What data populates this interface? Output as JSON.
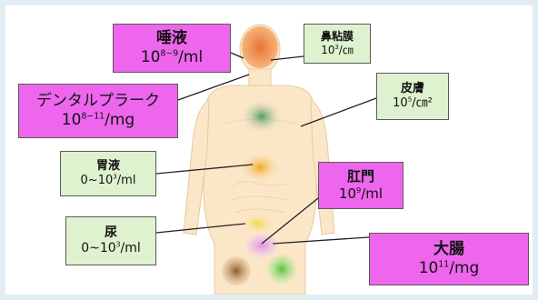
{
  "colors": {
    "pink_box": "#ee66ee",
    "green_box": "#dff2cf",
    "body_fill": "#fbe7c8",
    "head": "#f2a26a",
    "chest": "#7ab88a",
    "stomach": "#f3c04a",
    "bladder": "#f0d24a",
    "anus": "#e9a0e9",
    "colon_dark": "#a0703a",
    "colon_green": "#7fd35a"
  },
  "labels": {
    "saliva": {
      "name": "唾液",
      "val_base": "10",
      "val_exp": "8−9",
      "val_unit": "/ml"
    },
    "nasal": {
      "name": "鼻粘膜",
      "val_base": "10",
      "val_exp": "3",
      "val_unit": "/㎝"
    },
    "plaque": {
      "name": "デンタルプラーク",
      "val_base": "10",
      "val_exp": "8−11",
      "val_unit": "/mg"
    },
    "skin": {
      "name": "皮膚",
      "val_base": "10",
      "val_exp": "5",
      "val_unit": "/㎝²"
    },
    "gastric": {
      "name": "胃液",
      "val_base": "0~10",
      "val_exp": "3",
      "val_unit": "/ml"
    },
    "anus": {
      "name": "肛門",
      "val_base": "10",
      "val_exp": "9",
      "val_unit": "/ml"
    },
    "urine": {
      "name": "尿",
      "val_base": "0~10",
      "val_exp": "3",
      "val_unit": "/ml"
    },
    "colon": {
      "name": "大腸",
      "val_base": "10",
      "val_exp": "11",
      "val_unit": "/mg"
    }
  }
}
